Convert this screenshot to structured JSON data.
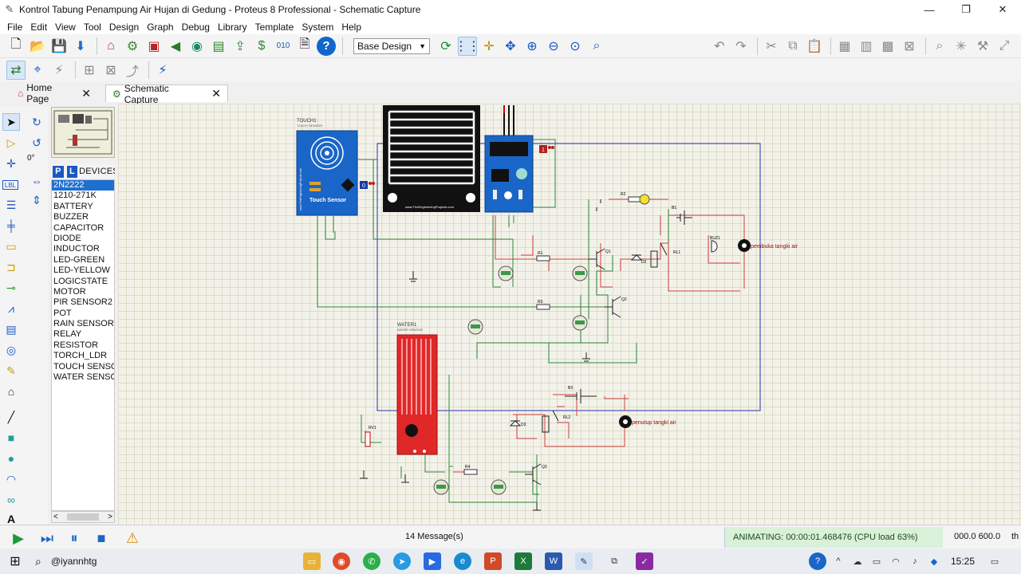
{
  "window": {
    "title": "Kontrol Tabung Penampung Air Hujan di Gedung - Proteus 8 Professional - Schematic Capture",
    "minimize": "—",
    "maximize": "❐",
    "close": "✕"
  },
  "menu": [
    "File",
    "Edit",
    "View",
    "Tool",
    "Design",
    "Graph",
    "Debug",
    "Library",
    "Template",
    "System",
    "Help"
  ],
  "toolbar": {
    "design_select": "Base Design"
  },
  "tabs": [
    {
      "label": "Home Page"
    },
    {
      "label": "Schematic Capture"
    }
  ],
  "left_tools": {
    "rotation": "0°",
    "label_tool": "LBL",
    "text_tool": "A"
  },
  "devices": {
    "p_button": "P",
    "l_button": "L",
    "header": "DEVICES",
    "items": [
      "2N2222",
      "1210-271K",
      "BATTERY",
      "BUZZER",
      "CAPACITOR",
      "DIODE",
      "INDUCTOR",
      "LED-GREEN",
      "LED-YELLOW",
      "LOGICSTATE",
      "MOTOR",
      "PIR SENSOR2",
      "POT",
      "RAIN SENSOR",
      "RELAY",
      "RESISTOR",
      "TORCH_LDR",
      "TOUCH SENSOR",
      "WATER SENSOR"
    ],
    "selected_index": 0
  },
  "schematic": {
    "touch_ref": "TOUCH1",
    "touch_type": "TOUCH SENSOR",
    "touch_label": "Touch Sensor",
    "touch_url": "www.TheEngineeringProjects.com",
    "rain_url": "www.TheEngineeringProjects.com",
    "water_ref": "WATER1",
    "water_type": "WATER SENSOR",
    "r1": "R1",
    "r2": "R2",
    "r3": "R3",
    "r4": "R4",
    "q1": "Q1",
    "q2": "Q2",
    "q3": "Q3",
    "d2": "D2",
    "d3": "D3",
    "rl1": "RL1",
    "rl2": "RL2",
    "b1": "B1",
    "b3": "B3",
    "buz1": "BUZ1",
    "rv1": "RV1",
    "motor1_label": "pembuka tangki air",
    "motor2_label": "penutup tangki air",
    "logic_state": "1",
    "logic_state2": "0"
  },
  "status": {
    "messages": "14 Message(s)",
    "animating": "ANIMATING: 00:00:01.468476 (CPU load 63%)",
    "coords": "000.0   600.0",
    "units": "th"
  },
  "taskbar": {
    "search": "@iyannhtg",
    "time": "15:25"
  }
}
